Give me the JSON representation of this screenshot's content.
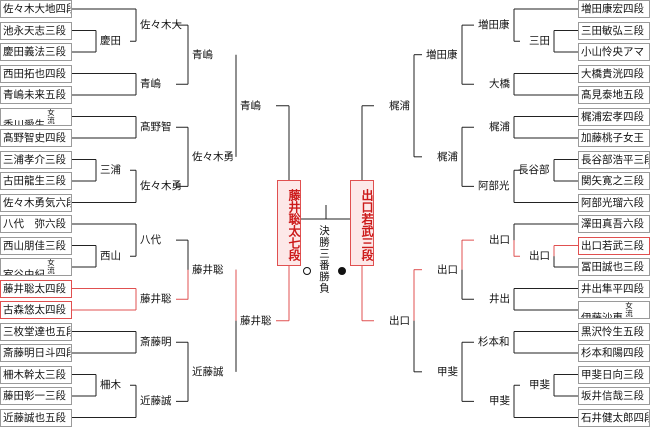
{
  "left_players": [
    {
      "name": "佐々木大地四段",
      "tag": ""
    },
    {
      "name": "池永天志三段",
      "tag": ""
    },
    {
      "name": "慶田義法三段",
      "tag": ""
    },
    {
      "name": "西田拓也四段",
      "tag": ""
    },
    {
      "name": "青嶋未来五段",
      "tag": ""
    },
    {
      "name": "香川愛生",
      "tag": "女流三段"
    },
    {
      "name": "髙野智史四段",
      "tag": ""
    },
    {
      "name": "三浦孝介三段",
      "tag": ""
    },
    {
      "name": "古田龍生三段",
      "tag": ""
    },
    {
      "name": "佐々木勇気六段",
      "tag": ""
    },
    {
      "name": "八代　弥六段",
      "tag": ""
    },
    {
      "name": "西山朋佳三段",
      "tag": ""
    },
    {
      "name": "室谷由紀",
      "tag": "女流三段"
    },
    {
      "name": "藤井聡太四段",
      "tag": ""
    },
    {
      "name": "古森悠太四段",
      "tag": ""
    },
    {
      "name": "三枚堂達也五段",
      "tag": ""
    },
    {
      "name": "斎藤明日斗四段",
      "tag": ""
    },
    {
      "name": "柵木幹太三段",
      "tag": ""
    },
    {
      "name": "藤田彰一三段",
      "tag": ""
    },
    {
      "name": "近藤誠也五段",
      "tag": ""
    }
  ],
  "right_players": [
    {
      "name": "増田康宏四段",
      "tag": ""
    },
    {
      "name": "三田敏弘三段",
      "tag": ""
    },
    {
      "name": "小山怜央アマ",
      "tag": ""
    },
    {
      "name": "大橋貴洸四段",
      "tag": ""
    },
    {
      "name": "髙見泰地五段",
      "tag": ""
    },
    {
      "name": "梶浦宏孝四段",
      "tag": ""
    },
    {
      "name": "加藤桃子女王",
      "tag": ""
    },
    {
      "name": "長谷部浩平三段",
      "tag": ""
    },
    {
      "name": "関矢寛之三段",
      "tag": ""
    },
    {
      "name": "阿部光瑠六段",
      "tag": ""
    },
    {
      "name": "澤田真吾六段",
      "tag": ""
    },
    {
      "name": "出口若武三段",
      "tag": ""
    },
    {
      "name": "冨田誠也三段",
      "tag": ""
    },
    {
      "name": "井出隼平四段",
      "tag": ""
    },
    {
      "name": "伊藤沙恵",
      "tag": "女流二段"
    },
    {
      "name": "黒沢怜生五段",
      "tag": ""
    },
    {
      "name": "杉本和陽四段",
      "tag": ""
    },
    {
      "name": "甲斐日向三段",
      "tag": ""
    },
    {
      "name": "坂井信哉三段",
      "tag": ""
    },
    {
      "name": "石井健太郎四段",
      "tag": ""
    }
  ],
  "left_bracket": {
    "r1": [
      "慶田",
      "三浦",
      "西山",
      "柵木"
    ],
    "r2": [
      "佐々木大",
      "青嶋",
      "髙野智",
      "佐々木勇",
      "八代",
      "藤井聡",
      "斎藤明",
      "近藤誠"
    ],
    "r3": [
      "青嶋",
      "佐々木勇",
      "藤井聡",
      "近藤誠"
    ],
    "r4": [
      "青嶋",
      "藤井聡"
    ]
  },
  "right_bracket": {
    "r1": [
      "三田",
      "長谷部",
      "出口",
      "甲斐"
    ],
    "r2": [
      "増田康",
      "大橋",
      "梶浦",
      "阿部光",
      "出口",
      "井出",
      "杉本和",
      "甲斐"
    ],
    "r3": [
      "増田康",
      "梶浦",
      "出口",
      "甲斐"
    ],
    "r4": [
      "梶浦",
      "出口"
    ]
  },
  "final": {
    "left_finalist": "藤井聡太七段",
    "right_finalist": "出口若武三段",
    "label": "決勝三番勝負"
  },
  "colors": {
    "highlight": "#e05050",
    "line": "#222222",
    "box_border": "#9a9a9a"
  }
}
